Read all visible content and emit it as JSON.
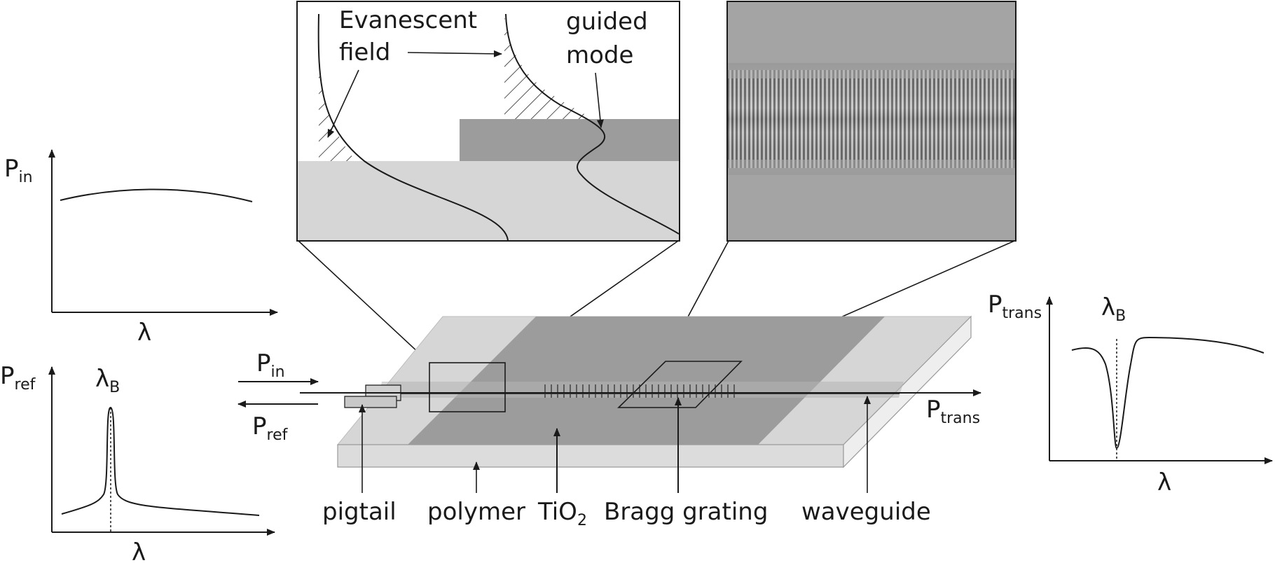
{
  "inset_left": {
    "evanescent_label_1": "Evanescent",
    "evanescent_label_2": "field",
    "guided_label_1": "guided",
    "guided_label_2": "mode"
  },
  "plot_pin": {
    "y_label": "P",
    "y_sub": "in",
    "x_label": "λ"
  },
  "plot_pref": {
    "y_label": "P",
    "y_sub": "ref",
    "peak_label": "λ",
    "peak_sub": "B",
    "x_label": "λ"
  },
  "plot_ptrans": {
    "y_label": "P",
    "y_sub": "trans",
    "dip_label": "λ",
    "dip_sub": "B",
    "x_label": "λ"
  },
  "device": {
    "pin_label": "P",
    "pin_sub": "in",
    "pref_label": "P",
    "pref_sub": "ref",
    "ptrans_label": "P",
    "ptrans_sub": "trans"
  },
  "bottom_labels": {
    "pigtail": "pigtail",
    "polymer": "polymer",
    "tio2": "TiO",
    "tio2_sub": "2",
    "bragg": "Bragg grating",
    "waveguide": "waveguide"
  },
  "colors": {
    "polymer_light": "#d6d6d6",
    "tio2_dark": "#9c9c9c",
    "axis": "#1a1a1a"
  }
}
